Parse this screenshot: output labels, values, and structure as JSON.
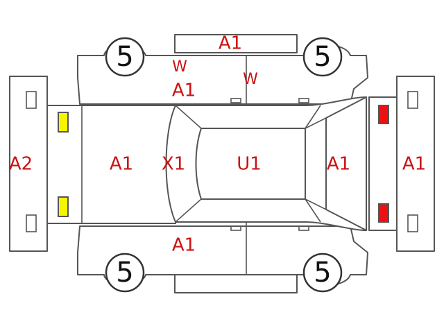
{
  "colors": {
    "outline": "#555555",
    "damage_code": "#cc1111",
    "front_light": "#f5f500",
    "rear_light": "#ee1111"
  },
  "tires": {
    "front_left": "5",
    "rear_left": "5",
    "front_right": "5",
    "rear_right": "5"
  },
  "codes": {
    "side_top": "A1",
    "top_w_front": "W",
    "top_w_rear": "W",
    "top_front_door": "A1",
    "front_bumper": "A2",
    "hood": "A1",
    "windshield": "X1",
    "roof": "U1",
    "trunk": "A1",
    "rear_bumper": "A1",
    "bottom_front_door": "A1"
  }
}
